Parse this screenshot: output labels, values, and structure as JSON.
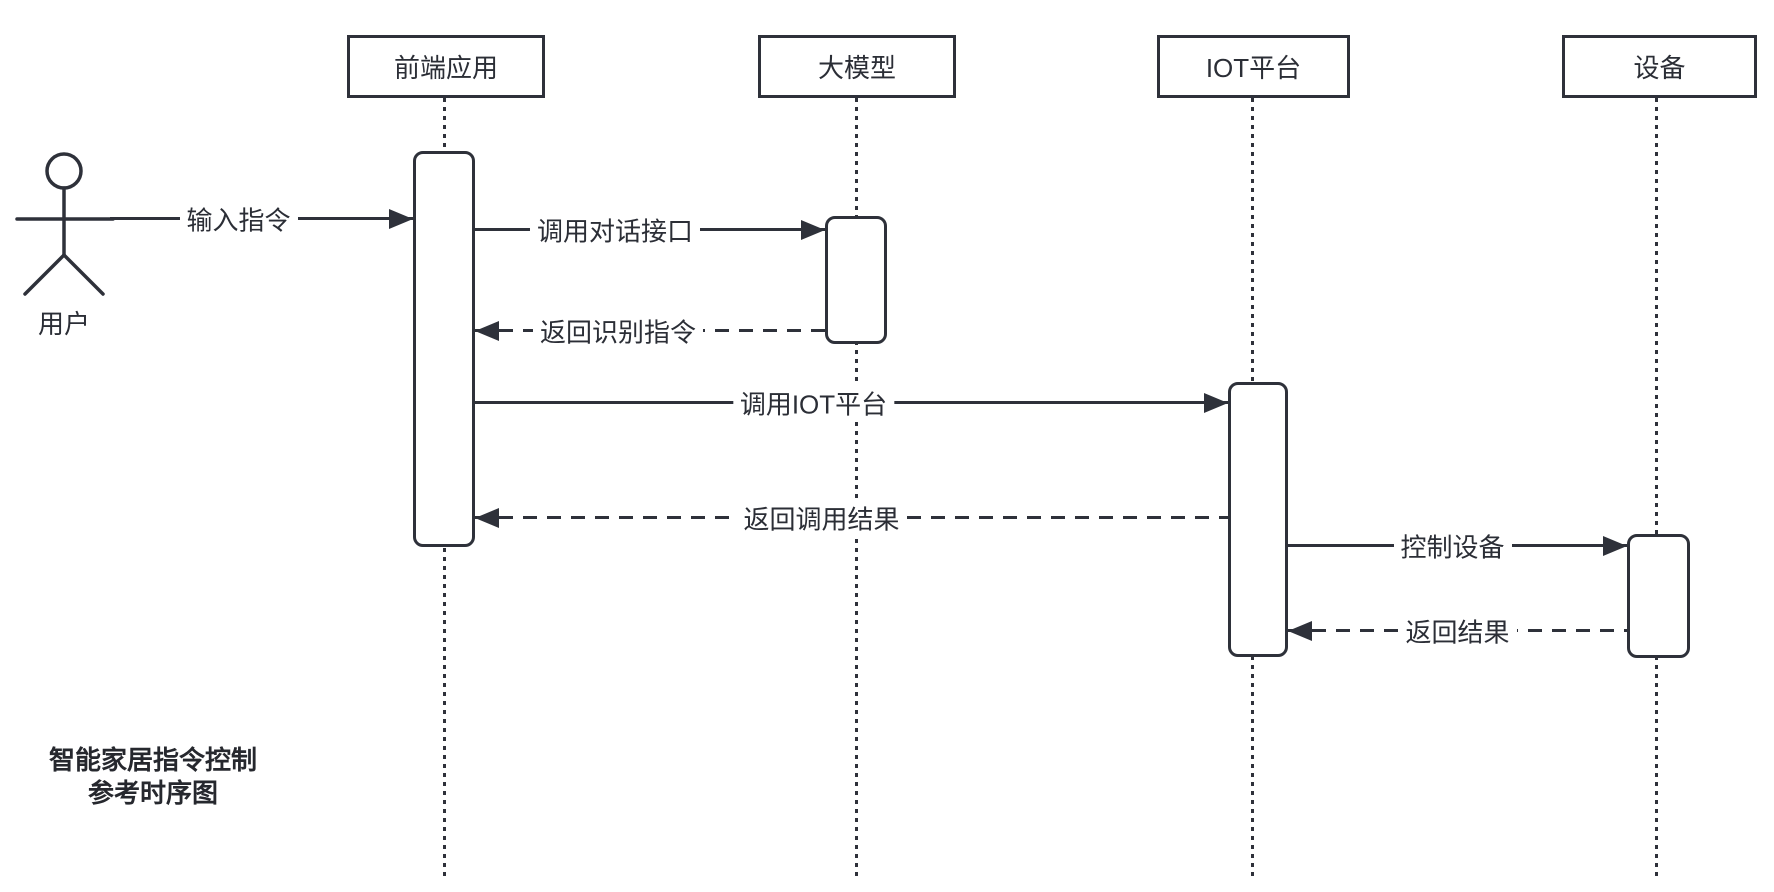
{
  "actor": {
    "label": "用户"
  },
  "participants": [
    {
      "label": "前端应用"
    },
    {
      "label": "大模型"
    },
    {
      "label": "IOT平台"
    },
    {
      "label": "设备"
    }
  ],
  "messages": [
    {
      "label": "输入指令",
      "type": "solid",
      "from": "用户",
      "to": "前端应用"
    },
    {
      "label": "调用对话接口",
      "type": "solid",
      "from": "前端应用",
      "to": "大模型"
    },
    {
      "label": "返回识别指令",
      "type": "dashed",
      "from": "大模型",
      "to": "前端应用"
    },
    {
      "label": "调用IOT平台",
      "type": "solid",
      "from": "前端应用",
      "to": "IOT平台"
    },
    {
      "label": "返回调用结果",
      "type": "dashed",
      "from": "IOT平台",
      "to": "前端应用"
    },
    {
      "label": "控制设备",
      "type": "solid",
      "from": "IOT平台",
      "to": "设备"
    },
    {
      "label": "返回结果",
      "type": "dashed",
      "from": "设备",
      "to": "IOT平台"
    }
  ],
  "title": {
    "line1": "智能家居指令控制",
    "line2": "参考时序图"
  },
  "colors": {
    "stroke": "#2e313a",
    "background": "#ffffff"
  }
}
